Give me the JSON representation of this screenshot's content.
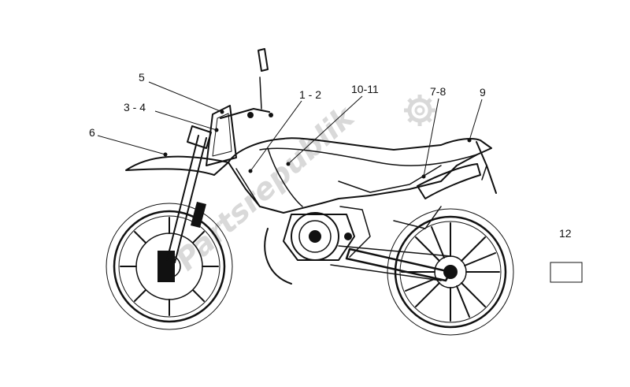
{
  "diagram": {
    "callouts": {
      "c1_2": "1 - 2",
      "c3_4": "3 - 4",
      "c5": "5",
      "c6": "6",
      "c7_8": "7-8",
      "c9": "9",
      "c10_11": "10-11",
      "c12": "12"
    },
    "watermark": "Partsrepublik",
    "colors": {
      "ink": "#111111",
      "watermark": "#d9d9d9",
      "background": "#ffffff"
    },
    "icons": {
      "watermark_gear": "gear-icon"
    }
  }
}
